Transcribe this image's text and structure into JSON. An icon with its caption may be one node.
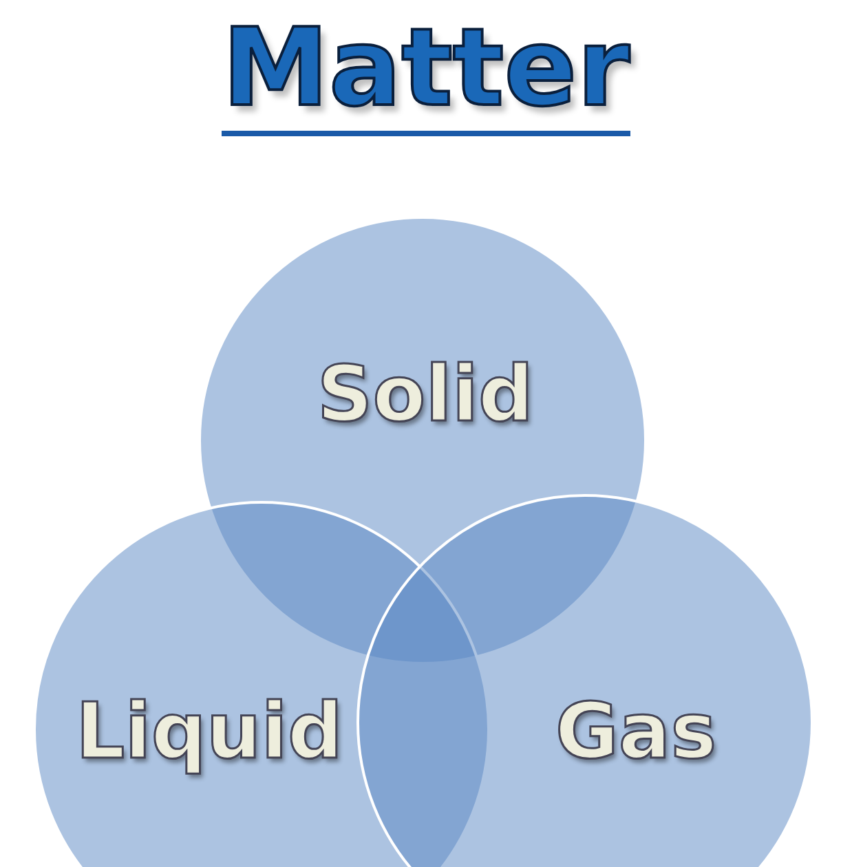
{
  "diagram": {
    "title": "Matter",
    "nodes": [
      {
        "text": [
          "Solid"
        ]
      },
      {
        "text": [
          "Liquid"
        ]
      },
      {
        "text": [
          "Gas"
        ]
      }
    ]
  }
}
